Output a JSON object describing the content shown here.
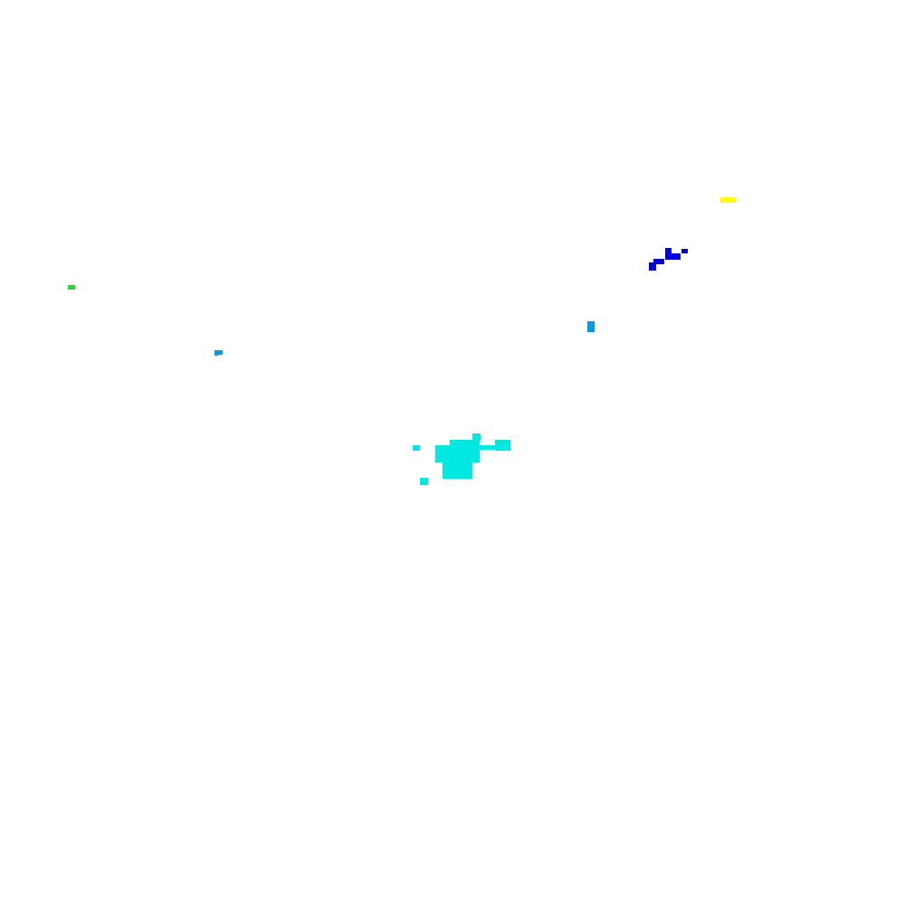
{
  "palette": {
    "background": "#ffffff",
    "yellow": "#ffff00",
    "blue": "#0000dd",
    "green": "#22dd22",
    "azure": "#0099ee",
    "cyan": "#00e8e0"
  },
  "clusters": [
    {
      "id": "yellow-cluster",
      "color_key": "yellow"
    },
    {
      "id": "blue-cluster",
      "color_key": "blue"
    },
    {
      "id": "green-cluster",
      "color_key": "green"
    },
    {
      "id": "azure-cluster-east",
      "color_key": "azure"
    },
    {
      "id": "azure-cluster-west",
      "color_key": "azure"
    },
    {
      "id": "cyan-cluster",
      "color_key": "cyan"
    }
  ]
}
